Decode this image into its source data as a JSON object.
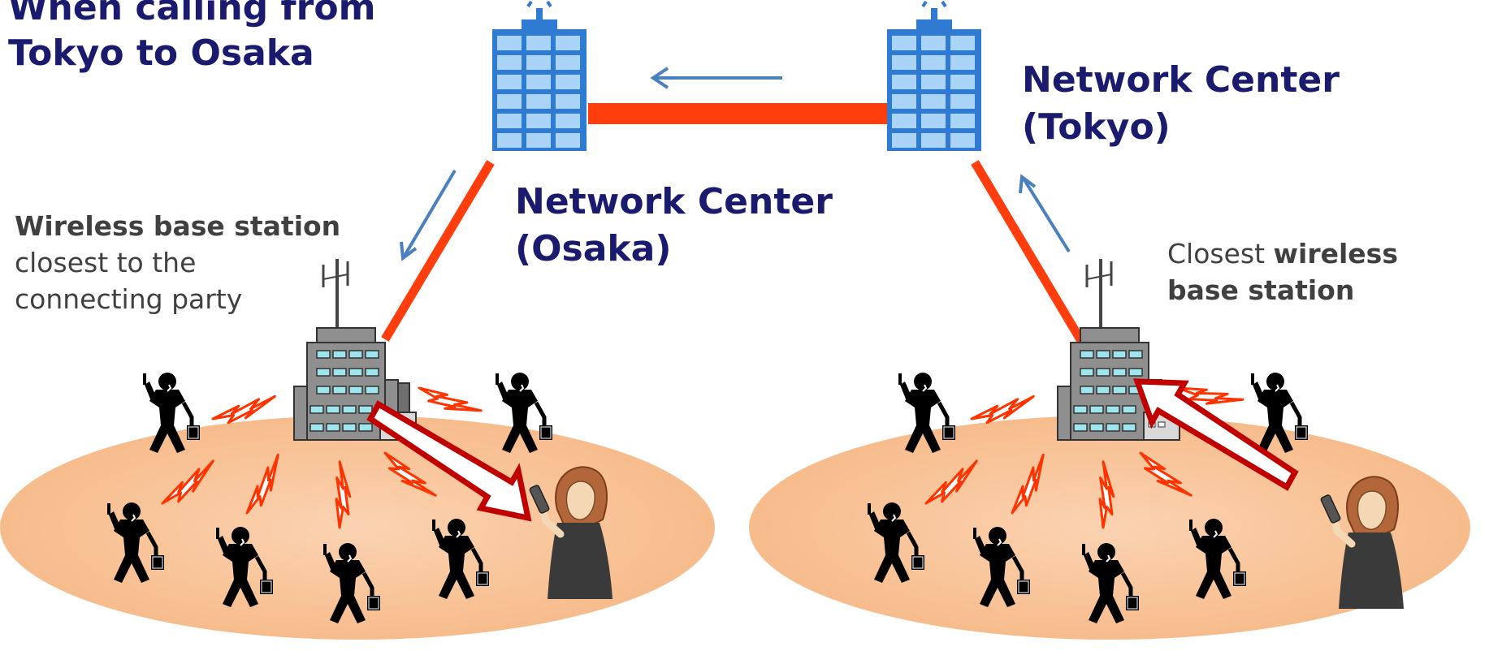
{
  "title": {
    "line1": "When calling from",
    "line2": "Tokyo to Osaka"
  },
  "network_center_osaka": {
    "line1": "Network Center",
    "line2": "(Osaka)"
  },
  "network_center_tokyo": {
    "line1": "Network Center",
    "line2": "(Tokyo)"
  },
  "left_caption": {
    "bold": "Wireless base station",
    "line2": "closest to the",
    "line3": "connecting party"
  },
  "right_caption": {
    "plain": "Closest ",
    "bold1": "wireless",
    "bold2": "base station"
  },
  "colors": {
    "title_text": "#1a1a6e",
    "link": "#ff3d0d",
    "flow_arrow": "#4a7fc0",
    "building": "#2e7bd1",
    "ground": "#f9c49a",
    "signal": "#ff3300",
    "call_arrow": "#c00000"
  }
}
